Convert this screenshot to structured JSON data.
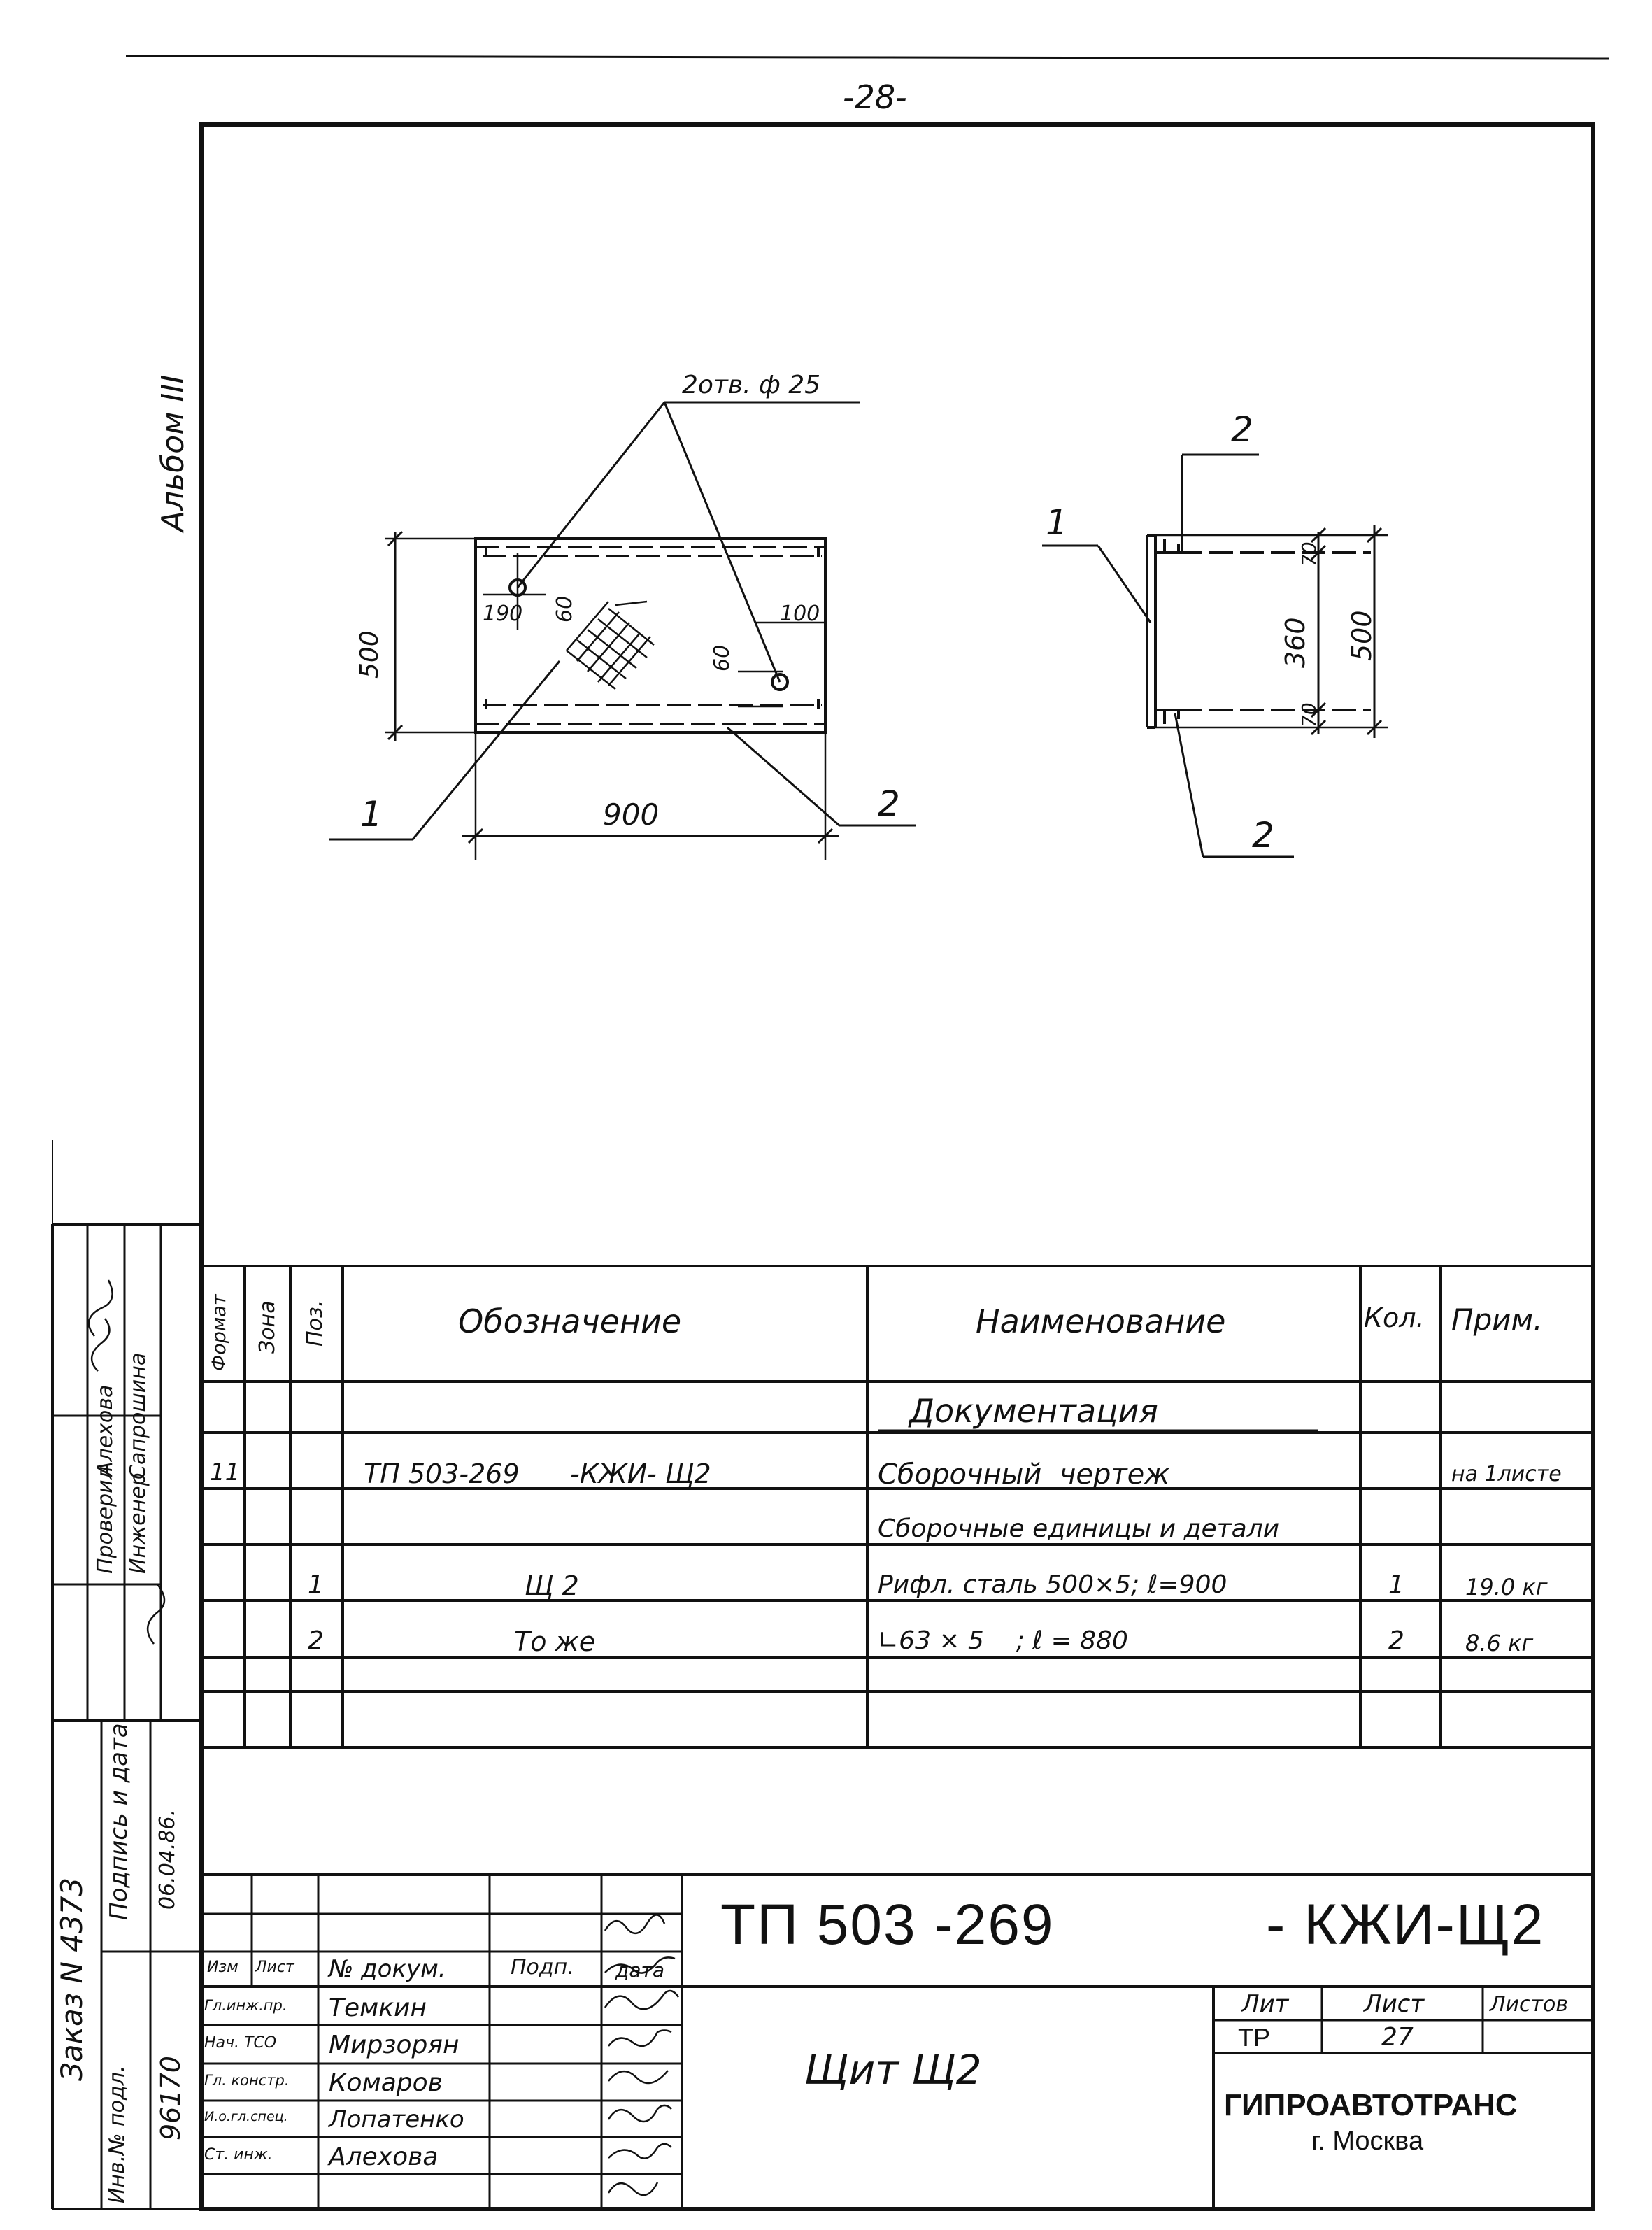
{
  "page_number": "-28-",
  "album": "Альбом III",
  "drawing": {
    "hole_note": "2отв. ф 25",
    "front": {
      "height": "500",
      "width": "900",
      "dim_190": "190",
      "dim_60a": "60",
      "dim_100": "100",
      "dim_60b": "60",
      "callout_1": "1",
      "callout_2": "2"
    },
    "side": {
      "dim_70_top": "70",
      "dim_360": "360",
      "dim_70_bottom": "70",
      "dim_500": "500",
      "callout_1": "1",
      "callout_2_top": "2",
      "callout_2_bottom": "2"
    }
  },
  "spec": {
    "headers": {
      "format": "Формат",
      "zone": "Зона",
      "pos": "Поз.",
      "designation": "Обозначение",
      "name": "Наименование",
      "qty": "Кол.",
      "note": "Прим."
    },
    "rows": [
      {
        "format": "",
        "zone": "",
        "pos": "",
        "designation": "",
        "name": "Документация",
        "qty": "",
        "note": ""
      },
      {
        "format": "11",
        "zone": "",
        "pos": "",
        "designation": "ТП 503-269      -КЖИ- Щ2",
        "name": "Сборочный  чертеж",
        "qty": "",
        "note": "на 1листе"
      },
      {
        "format": "",
        "zone": "",
        "pos": "",
        "designation": "",
        "name": "Сборочные единицы и детали",
        "qty": "",
        "note": ""
      },
      {
        "format": "",
        "zone": "",
        "pos": "1",
        "designation": "Щ 2",
        "name": "Рифл. сталь 500×5;  ℓ=900",
        "qty": "1",
        "note": "19.0 кг"
      },
      {
        "format": "",
        "zone": "",
        "pos": "2",
        "designation": "То же",
        "name": "∟63 × 5    ; ℓ = 880",
        "qty": "2",
        "note": "8.6 кг"
      },
      {
        "format": "",
        "zone": "",
        "pos": "",
        "designation": "",
        "name": "",
        "qty": "",
        "note": ""
      }
    ]
  },
  "left_strip": {
    "engineer": "Инженер",
    "checked": "Проверил",
    "name1": "Сапрошина",
    "name2": "Алехова",
    "order": "Заказ N 4373",
    "sign_date_label": "Подпись и дата",
    "sign_date_value": "06.04.86.",
    "inv_label": "Инв.№ подл.",
    "inv_value": "96170"
  },
  "title_block": {
    "code": "ТП 503 -269",
    "code_suffix": "- КЖИ-Щ2",
    "title": "Щит Щ2",
    "col_labels": {
      "izm": "Изм",
      "list": "Лист",
      "doc": "№ докум.",
      "sign": "Подп.",
      "date": "дата"
    },
    "roles": [
      {
        "role": "Гл.инж.пр.",
        "name": "Темкин"
      },
      {
        "role": "Нач. ТСО",
        "name": "Мирзорян"
      },
      {
        "role": "Гл. констр.",
        "name": "Комаров"
      },
      {
        "role": "И.о.гл.спец.",
        "name": "Лопатенко"
      },
      {
        "role": "Ст. инж.",
        "name": "Алехова"
      }
    ],
    "lit_label": "Лит",
    "sheet_label": "Лист",
    "sheets_label": "Листов",
    "lit_value": "ТР",
    "sheet_value": "27",
    "org": "ГИПРОАВТОТРАНС",
    "city": "г. Москва"
  }
}
